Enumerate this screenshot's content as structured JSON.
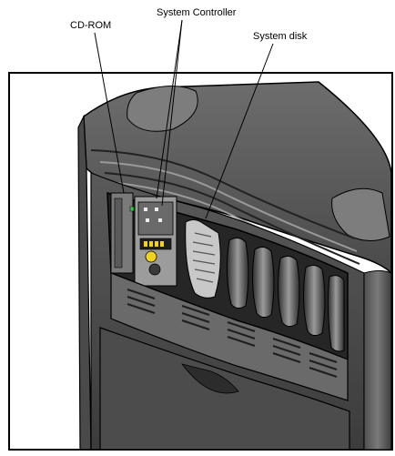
{
  "callouts": {
    "cdrom": "CD-ROM",
    "system_controller": "System Controller",
    "system_disk": "System disk"
  },
  "colors": {
    "chassis_dark": "#3a3a3a",
    "chassis_mid": "#5c5c5c",
    "chassis_light": "#8a8a8a",
    "highlight": "#b5b5b5",
    "led_green": "#2ecc40",
    "indicator_yellow": "#f2d21b",
    "outline": "#000000"
  },
  "icons": [
    "server-chassis",
    "cd-rom-drive",
    "system-controller-panel",
    "system-disk-drive",
    "drive-bay"
  ]
}
